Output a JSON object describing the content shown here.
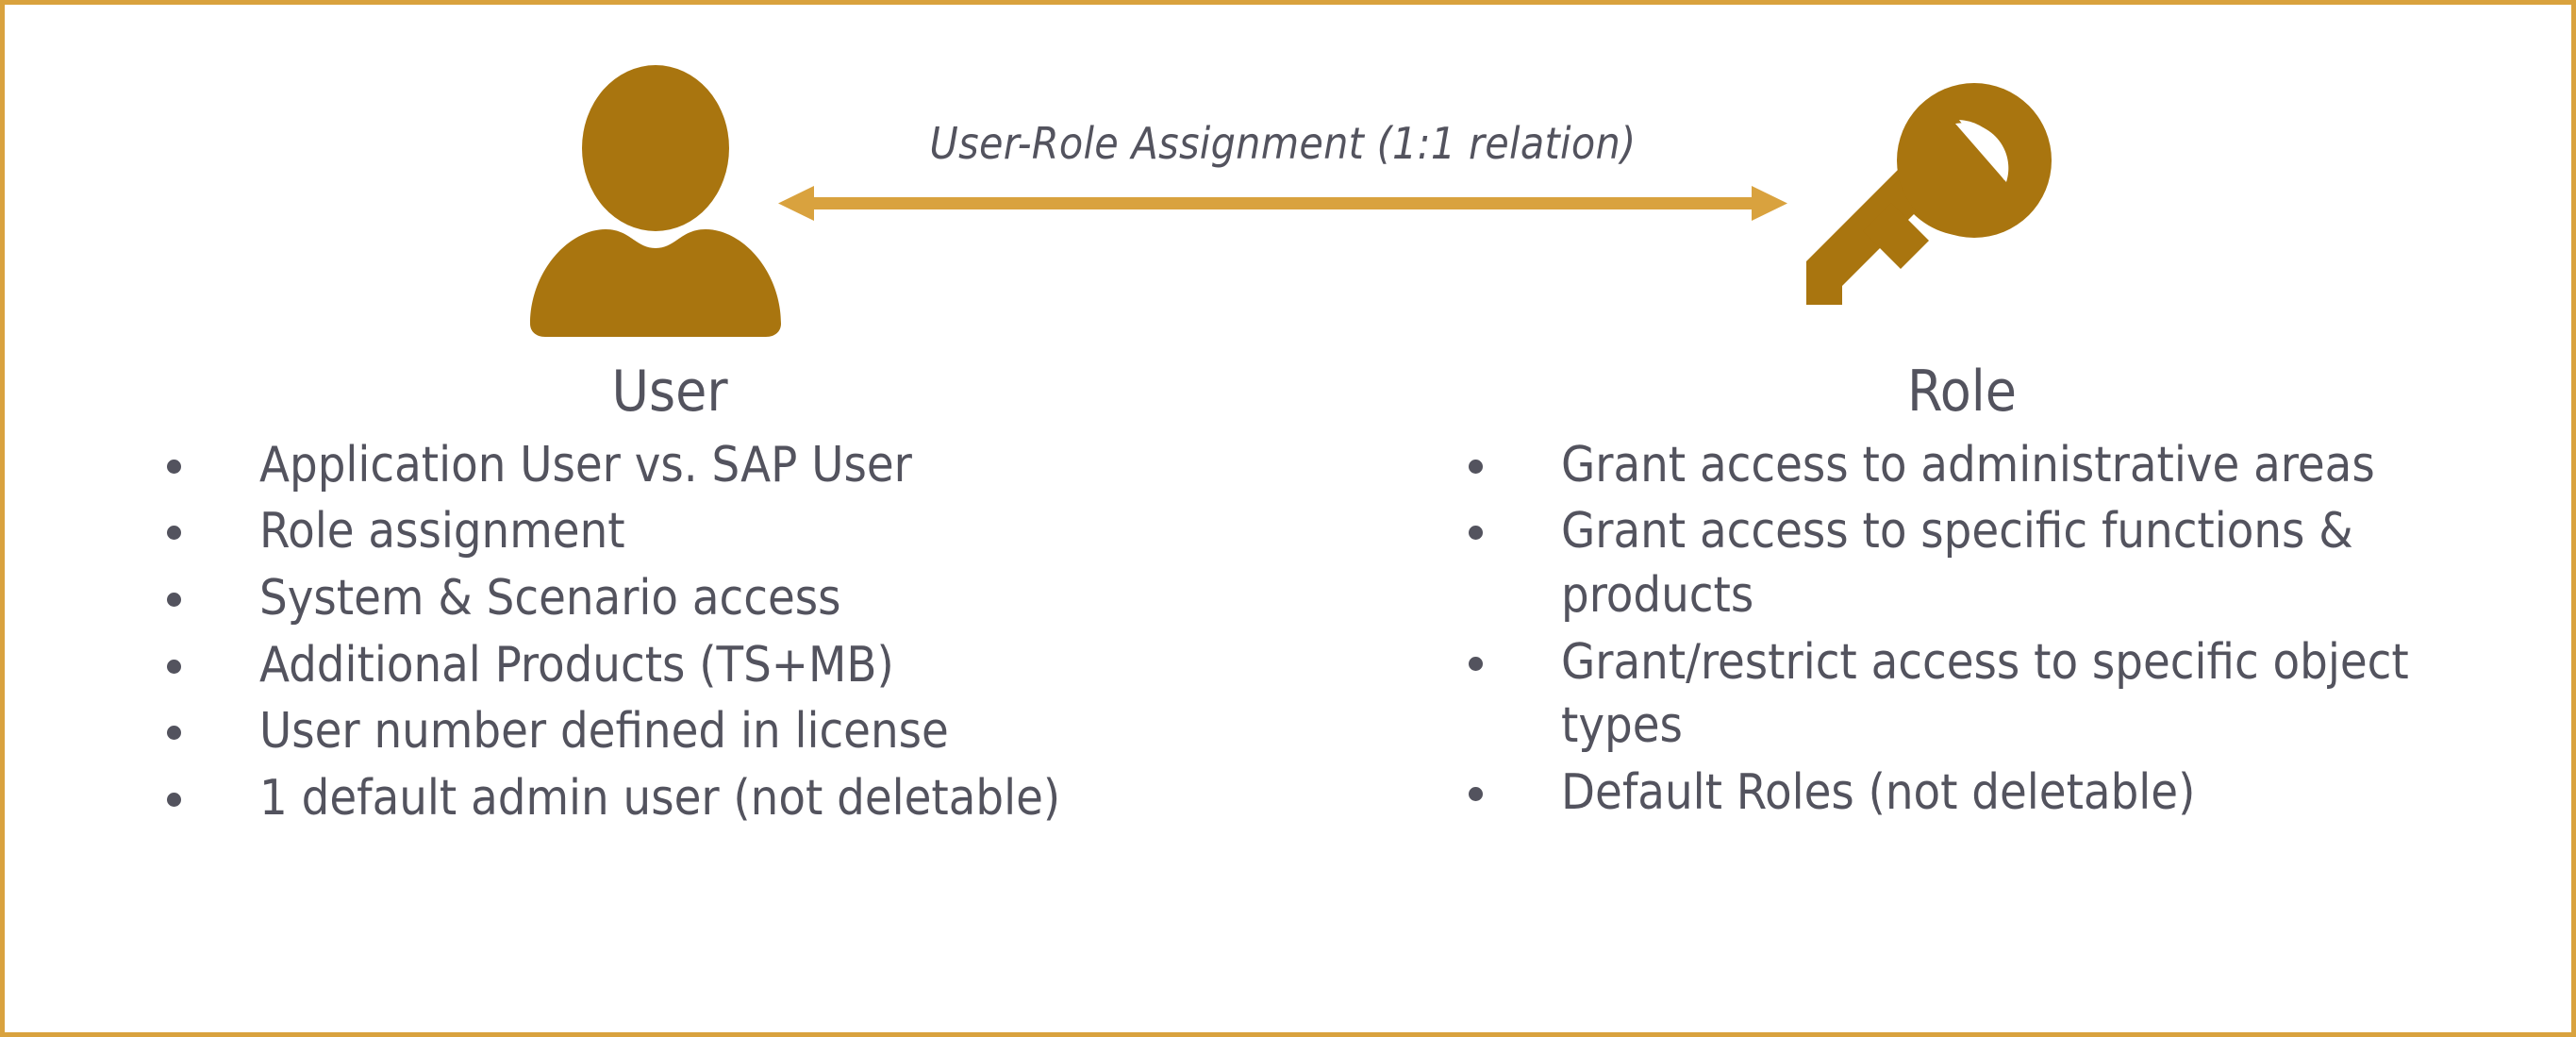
{
  "slide": {
    "border_color": "#d9a23e",
    "background": "#ffffff",
    "icon_color": "#a9750f",
    "arrow_color": "#d9a23e",
    "text_color": "#53535e"
  },
  "connector": {
    "label": "User-Role Assignment (1:1 relation)",
    "direction": "bidirectional",
    "left_icon": "user-icon",
    "right_icon": "key-icon"
  },
  "columns": [
    {
      "id": "user",
      "title": "User",
      "icon": "user-icon",
      "bullets": [
        "Application User vs. SAP User",
        "Role assignment",
        "System & Scenario access",
        "Additional Products (TS+MB)",
        "User number defined in license",
        "1 default admin user (not deletable)"
      ]
    },
    {
      "id": "role",
      "title": "Role",
      "icon": "key-icon",
      "bullets": [
        "Grant access to administrative areas",
        "Grant access to specific functions & products",
        "Grant/restrict access to specific object types",
        "Default Roles (not deletable)"
      ]
    }
  ]
}
